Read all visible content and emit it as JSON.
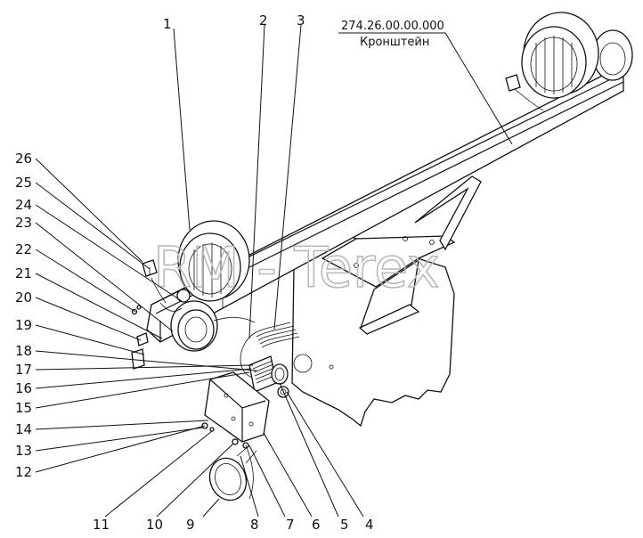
{
  "assembly": {
    "code": "274.26.00.00.000",
    "name": "Кронштейн"
  },
  "watermark": "RM - Terex",
  "callouts": [
    {
      "id": "c1",
      "label": "1"
    },
    {
      "id": "c2",
      "label": "2"
    },
    {
      "id": "c3",
      "label": "3"
    },
    {
      "id": "c4",
      "label": "4"
    },
    {
      "id": "c5",
      "label": "5"
    },
    {
      "id": "c6",
      "label": "6"
    },
    {
      "id": "c7",
      "label": "7"
    },
    {
      "id": "c8",
      "label": "8"
    },
    {
      "id": "c9",
      "label": "9"
    },
    {
      "id": "c10",
      "label": "10"
    },
    {
      "id": "c11",
      "label": "11"
    },
    {
      "id": "c12",
      "label": "12"
    },
    {
      "id": "c13",
      "label": "13"
    },
    {
      "id": "c14",
      "label": "14"
    },
    {
      "id": "c15",
      "label": "15"
    },
    {
      "id": "c16",
      "label": "16"
    },
    {
      "id": "c17",
      "label": "17"
    },
    {
      "id": "c18",
      "label": "18"
    },
    {
      "id": "c19",
      "label": "19"
    },
    {
      "id": "c20",
      "label": "20"
    },
    {
      "id": "c21",
      "label": "21"
    },
    {
      "id": "c22",
      "label": "22"
    },
    {
      "id": "c23",
      "label": "23"
    },
    {
      "id": "c24",
      "label": "24"
    },
    {
      "id": "c25",
      "label": "25"
    },
    {
      "id": "c26",
      "label": "26"
    }
  ]
}
